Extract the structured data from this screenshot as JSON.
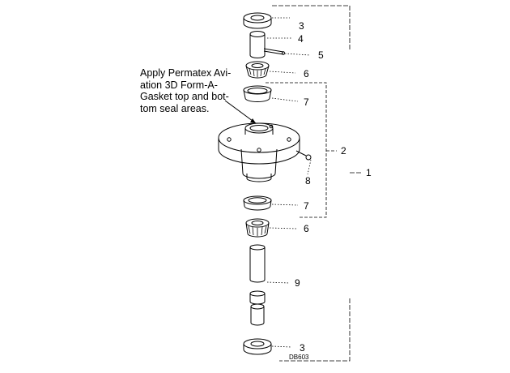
{
  "note": {
    "lines": [
      "Apply Permatex Avi-",
      "ation 3D Form-A-",
      "Gasket top and bot-",
      "tom seal areas."
    ]
  },
  "callouts": {
    "top_seal": "3",
    "tube": "4",
    "pin": "5",
    "upper_bearing": "6",
    "upper_cup": "7",
    "fitting": "8",
    "lower_cup": "7",
    "lower_bearing": "6",
    "spindle": "9",
    "bottom_seal": "3",
    "housing_assembly": "2",
    "complete_assembly": "1"
  },
  "drawing_code": "DB603"
}
